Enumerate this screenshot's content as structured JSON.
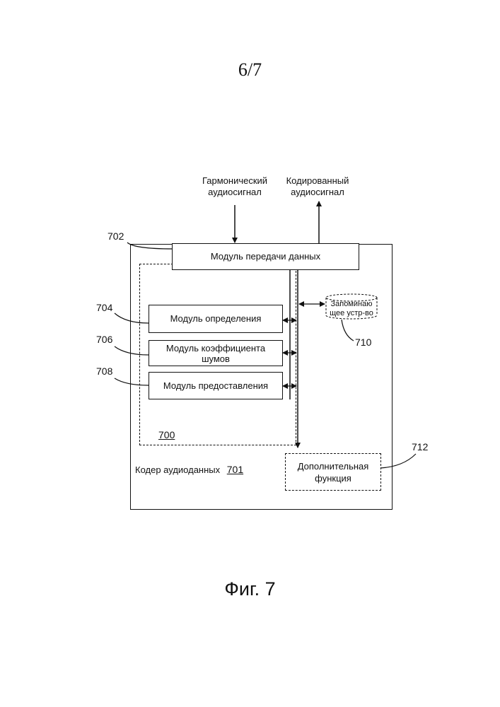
{
  "page": {
    "number": "6/7"
  },
  "figure": {
    "caption": "Фиг. 7"
  },
  "inputs": {
    "harmonic_signal": [
      "Гармонический",
      "аудиосигнал"
    ],
    "encoded_signal": [
      "Кодированный",
      "аудиосигнал"
    ]
  },
  "modules": {
    "data_transfer": "Модуль передачи данных",
    "determination": "Модуль определения",
    "noise_factor": [
      "Модуль коэффициента",
      "шумов"
    ],
    "provision": "Модуль предоставления",
    "memory": [
      "Запоминаю",
      "щее устр-во"
    ],
    "additional": [
      "Дополнительная",
      "функция"
    ]
  },
  "labels": {
    "encoder_text": "Кодер аудиоданных",
    "encoder_ref": "701",
    "unit_ref": "700"
  },
  "refs": {
    "r702": "702",
    "r704": "704",
    "r706": "706",
    "r708": "708",
    "r710": "710",
    "r712": "712"
  }
}
